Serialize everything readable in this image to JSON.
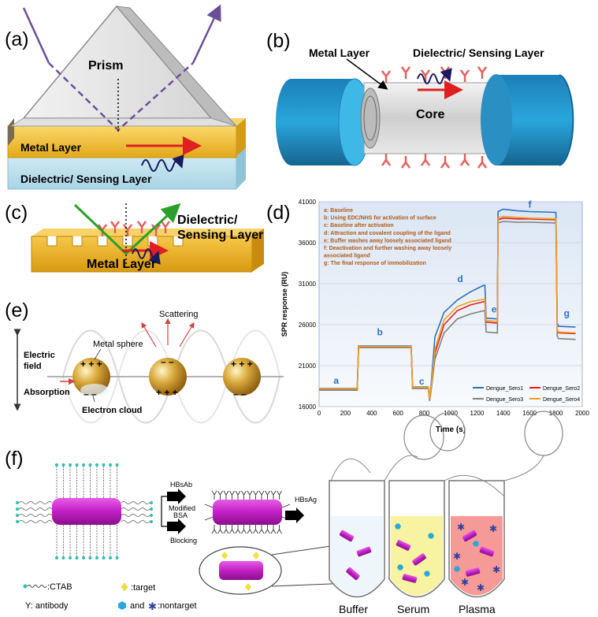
{
  "panels": {
    "a": {
      "label": "(a)",
      "prism": "Prism",
      "metal": "Metal Layer",
      "dielectric": "Dielectric/ Sensing Layer"
    },
    "b": {
      "label": "(b)",
      "metal": "Metal Layer",
      "dielectric": "Dielectric/ Sensing Layer",
      "core": "Core"
    },
    "c": {
      "label": "(c)",
      "dielectric_line1": "Dielectric/",
      "dielectric_line2": "Sensing Layer",
      "metal": "Metal Layer"
    },
    "d": {
      "label": "(d)"
    },
    "e": {
      "label": "(e)",
      "scattering": "Scattering",
      "metal_sphere": "Metal sphere",
      "electric_line1": "Electric",
      "electric_line2": "field",
      "absorption": "Absorption",
      "electron_cloud": "Electron cloud",
      "plus": "+ + +",
      "minus": "– –"
    },
    "f": {
      "label": "(f)",
      "hbsab_line1": "HBsAb",
      "hbsab_line2": "Modified",
      "bsa_line1": "BSA",
      "bsa_line2": "Blocking",
      "hbsag": "HBsAg",
      "legend_ctab": ":CTAB",
      "legend_target": ":target",
      "legend_antibody": "Y: antibody",
      "legend_and": "and",
      "legend_nontarget": ":nontarget",
      "tube_buffer": "Buffer",
      "tube_serum": "Serum",
      "tube_plasma": "Plasma",
      "colors": {
        "rod": "#c21fc4",
        "serum": "#f7f3a0",
        "plasma": "#f59a96"
      }
    }
  },
  "chart_data": {
    "type": "line",
    "xlabel": "Time (s)",
    "ylabel": "SPR response (RU)",
    "xlim": [
      0,
      2000
    ],
    "ylim": [
      16000,
      41000
    ],
    "xticks": [
      0,
      200,
      400,
      600,
      800,
      1000,
      1200,
      1400,
      1600,
      1800,
      2000
    ],
    "yticks": [
      16000,
      21000,
      26000,
      31000,
      36000,
      41000
    ],
    "legend_position": "bottom-right",
    "annotations": [
      "a: Baseline",
      "b: Using EDC/NHS for activation of surface",
      "c: Baseline after activation",
      "d: Attraction and covalent coupling of the ligand",
      "e: Buffer washes away loosely associated ligand",
      "f: Deactivation and further washing away loosely",
      "associated ligand",
      "g: The final response of immobilization"
    ],
    "phase_labels": [
      {
        "text": "a",
        "x": 110,
        "y": 18800
      },
      {
        "text": "b",
        "x": 440,
        "y": 24700
      },
      {
        "text": "c",
        "x": 760,
        "y": 18700
      },
      {
        "text": "d",
        "x": 1050,
        "y": 31200
      },
      {
        "text": "e",
        "x": 1310,
        "y": 27500
      },
      {
        "text": "f",
        "x": 1590,
        "y": 40300
      },
      {
        "text": "g",
        "x": 1860,
        "y": 27000
      }
    ],
    "series": [
      {
        "name": "Dengue_Sero1",
        "color": "#2e6fbf",
        "x": [
          0,
          290,
          300,
          700,
          710,
          830,
          840,
          850,
          880,
          950,
          1050,
          1150,
          1250,
          1260,
          1270,
          1350,
          1355,
          1360,
          1400,
          1500,
          1600,
          1800,
          1810,
          1820,
          1950
        ],
        "y": [
          18200,
          18200,
          23400,
          23400,
          18400,
          18400,
          17000,
          18500,
          24500,
          27500,
          29000,
          30000,
          30800,
          30800,
          26800,
          26700,
          26700,
          39800,
          40100,
          39900,
          39800,
          39700,
          26200,
          25800,
          25700
        ]
      },
      {
        "name": "Dengue_Sero2",
        "color": "#e02020",
        "x": [
          0,
          290,
          300,
          700,
          710,
          830,
          840,
          850,
          880,
          950,
          1050,
          1150,
          1250,
          1260,
          1270,
          1350,
          1355,
          1360,
          1400,
          1500,
          1600,
          1800,
          1810,
          1820,
          1950
        ],
        "y": [
          18100,
          18100,
          23300,
          23300,
          18300,
          18300,
          16800,
          18000,
          22500,
          26000,
          27700,
          28400,
          28800,
          28800,
          26300,
          26200,
          26200,
          38800,
          39000,
          38900,
          38900,
          38800,
          25300,
          25000,
          24900
        ]
      },
      {
        "name": "Dengue_Sero3",
        "color": "#808080",
        "x": [
          0,
          290,
          300,
          700,
          710,
          830,
          840,
          850,
          880,
          950,
          1050,
          1150,
          1250,
          1260,
          1270,
          1350,
          1355,
          1360,
          1400,
          1500,
          1600,
          1800,
          1810,
          1820,
          1950
        ],
        "y": [
          18000,
          18000,
          23200,
          23200,
          18200,
          18200,
          16700,
          17800,
          21800,
          25000,
          26700,
          27300,
          27700,
          27700,
          25100,
          25000,
          25000,
          38400,
          38600,
          38500,
          38500,
          38400,
          24600,
          24300,
          24200
        ]
      },
      {
        "name": "Dengue_Sero4",
        "color": "#f0a020",
        "x": [
          0,
          290,
          300,
          700,
          710,
          830,
          840,
          850,
          880,
          950,
          1050,
          1150,
          1250,
          1260,
          1270,
          1350,
          1355,
          1360,
          1400,
          1500,
          1600,
          1800,
          1810,
          1820,
          1950
        ],
        "y": [
          18150,
          18150,
          23350,
          23350,
          18350,
          18350,
          16900,
          18200,
          23000,
          26600,
          28200,
          28800,
          29100,
          29100,
          26500,
          26400,
          26400,
          39000,
          39200,
          39100,
          39000,
          38900,
          25400,
          25100,
          25000
        ]
      }
    ]
  }
}
